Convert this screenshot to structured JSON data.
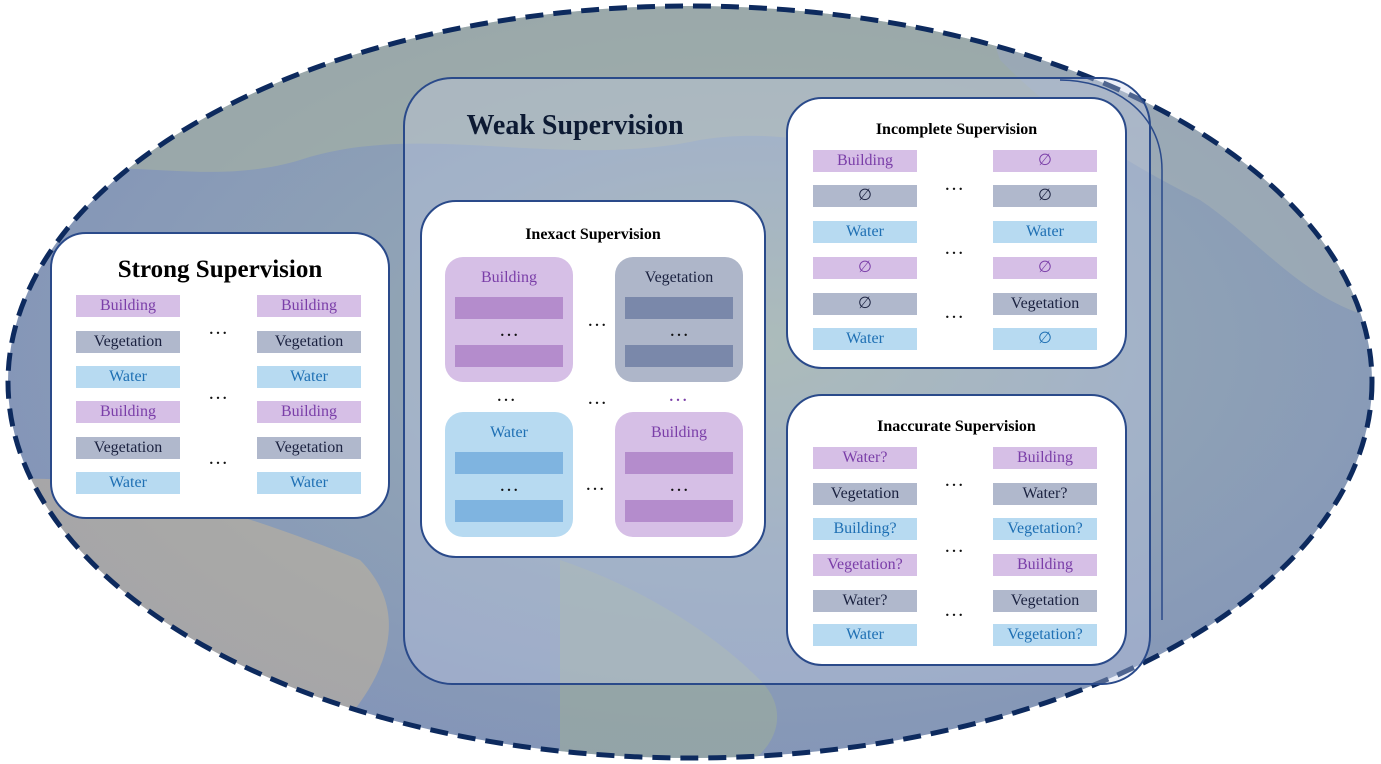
{
  "strong": {
    "title": "Strong Supervision",
    "left": [
      "Building",
      "Vegetation",
      "Water",
      "Building",
      "Vegetation",
      "Water"
    ],
    "right": [
      "Building",
      "Vegetation",
      "Water",
      "Building",
      "Vegetation",
      "Water"
    ],
    "dots": "…"
  },
  "weak": {
    "title": "Weak Supervision"
  },
  "inexact": {
    "title": "Inexact Supervision",
    "groups": [
      "Building",
      "Vegetation",
      "Water",
      "Building"
    ],
    "dots": "…"
  },
  "incomplete": {
    "title": "Incomplete Supervision",
    "left": [
      "Building",
      "∅",
      "Water",
      "∅",
      "∅",
      "Water"
    ],
    "right": [
      "∅",
      "∅",
      "Water",
      "∅",
      "Vegetation",
      "∅"
    ],
    "dots": "…"
  },
  "inaccurate": {
    "title": "Inaccurate Supervision",
    "left": [
      "Water?",
      "Vegetation",
      "Building?",
      "Vegetation?",
      "Water?",
      "Water"
    ],
    "right": [
      "Building",
      "Water?",
      "Vegetation?",
      "Building",
      "Vegetation",
      "Vegetation?"
    ],
    "dots": "…"
  },
  "colors": {
    "building": "#7a3ea8",
    "vegetation": "#1b2240",
    "water": "#1e6fb3",
    "ellipse_border": "#0d2a5e",
    "panel_border": "#2a4a8a"
  }
}
